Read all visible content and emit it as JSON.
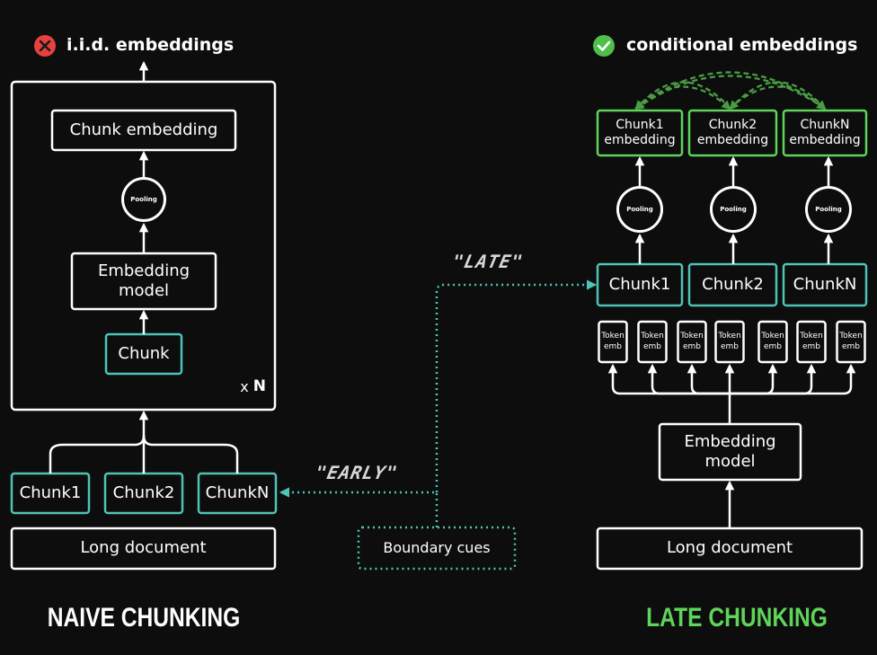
{
  "colors": {
    "background": "#0d0d0d",
    "box_white": "#ffffff",
    "teal": "#4fc3b6",
    "green": "#5fd45a",
    "dashed_green": "#4a9c44",
    "red_icon": "#e5423f",
    "green_icon": "#4fbf4a"
  },
  "naive": {
    "header": "i.i.d. embeddings",
    "header_icon": "x-circle-icon",
    "chunk_embedding": "Chunk embedding",
    "pooling": "Pooling",
    "embedding_model": "Embedding model",
    "chunk": "Chunk",
    "repeat_prefix": "x",
    "repeat_n": "N",
    "chunks": [
      "Chunk1",
      "Chunk2",
      "ChunkN"
    ],
    "long_document": "Long document",
    "title": "NAIVE CHUNKING"
  },
  "middle": {
    "early": "\"EARLY\"",
    "late": "\"LATE\"",
    "boundary_cues": "Boundary cues"
  },
  "late": {
    "header": "conditional embeddings",
    "header_icon": "check-circle-icon",
    "embeddings": [
      "Chunk1 embedding",
      "Chunk2 embedding",
      "ChunkN embedding"
    ],
    "pooling": "Pooling",
    "chunks": [
      "Chunk1",
      "Chunk2",
      "ChunkN"
    ],
    "token_emb": "Token emb",
    "token_count": 7,
    "embedding_model": "Embedding model",
    "long_document": "Long document",
    "title": "LATE CHUNKING"
  }
}
